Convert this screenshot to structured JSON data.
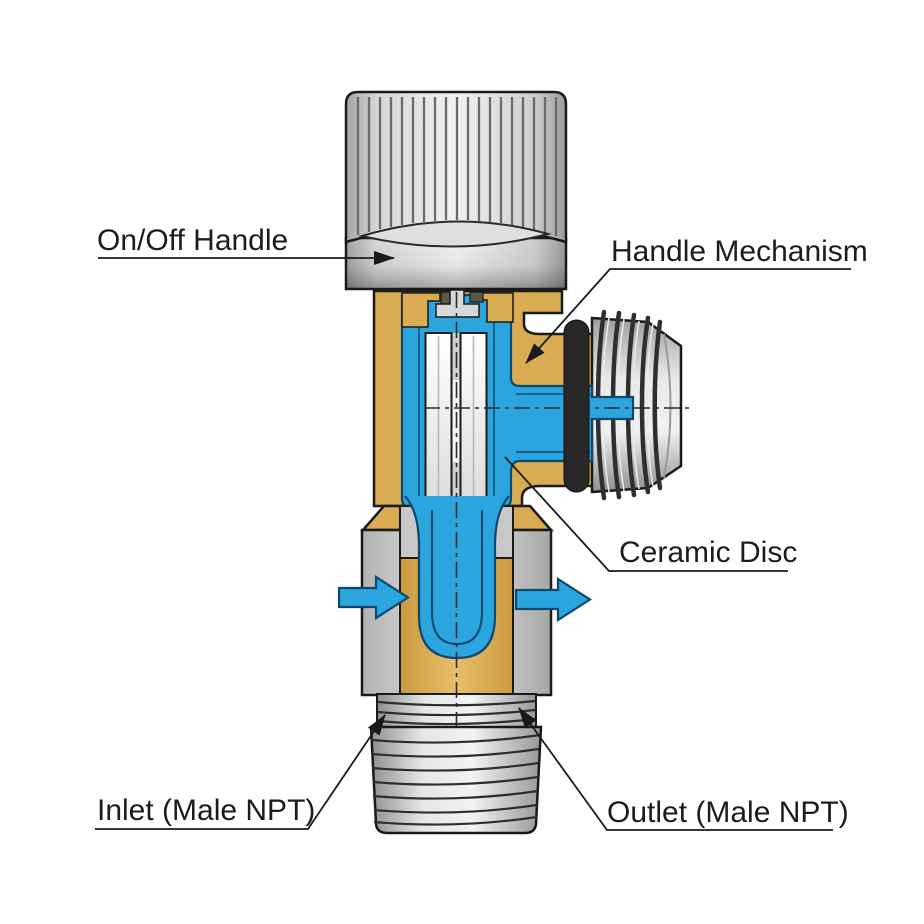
{
  "labels": {
    "onoff_handle": "On/Off Handle",
    "handle_mechanism": "Handle Mechanism",
    "ceramic_disc": "Ceramic Disc",
    "inlet": "Inlet (Male NPT)",
    "outlet": "Outlet (Male NPT)"
  },
  "flow": {
    "inlet_direction": "right",
    "outlet_direction": "right"
  },
  "colors": {
    "brass": "#D9AB52",
    "water_blue": "#2AA5DE",
    "water_outline": "#10486B",
    "oring": "#282828",
    "outline": "#1A1A1A",
    "label_text": "#1C1C1C",
    "background": "#FFFFFF"
  }
}
